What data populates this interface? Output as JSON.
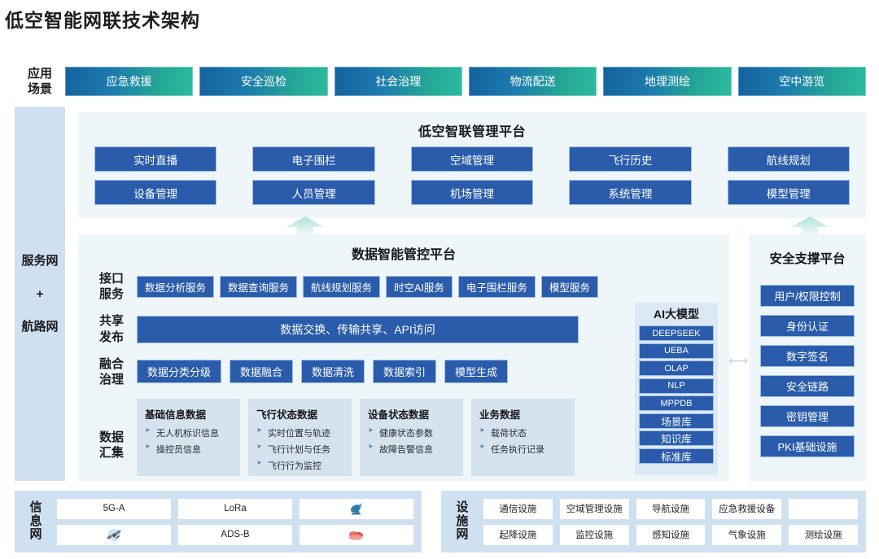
{
  "title": "低空智能网联技术架构",
  "application": {
    "label": "应用\n场景",
    "label_l1": "应用",
    "label_l2": "场景",
    "tiles": [
      "应急救援",
      "安全巡检",
      "社会治理",
      "物流配送",
      "地理测绘",
      "空中游览"
    ]
  },
  "sidebar": {
    "top": "服务网",
    "plus": "+",
    "bottom": "航路网"
  },
  "management": {
    "title": "低空智联管理平台",
    "buttons": [
      "实时直播",
      "电子围栏",
      "空域管理",
      "飞行历史",
      "航线规划",
      "设备管理",
      "人员管理",
      "机场管理",
      "系统管理",
      "模型管理"
    ]
  },
  "data_platform": {
    "title": "数据智能管控平台",
    "rows": {
      "interface": {
        "label_l1": "接口",
        "label_l2": "服务",
        "items": [
          "数据分析服务",
          "数据查询服务",
          "航线规划服务",
          "时空AI服务",
          "电子围栏服务",
          "模型服务"
        ]
      },
      "share": {
        "label_l1": "共享",
        "label_l2": "发布",
        "bar": "数据交换、传输共享、API访问"
      },
      "governance": {
        "label_l1": "融合",
        "label_l2": "治理",
        "items": [
          "数据分类分级",
          "数据融合",
          "数据清洗",
          "数据索引",
          "模型生成"
        ]
      },
      "aggregation": {
        "label_l1": "数据",
        "label_l2": "汇集",
        "cards": [
          {
            "title": "基础信息数据",
            "items": [
              "无人机标识信息",
              "操控员信息"
            ]
          },
          {
            "title": "飞行状态数据",
            "items": [
              "实时位置与轨迹",
              "飞行计划与任务",
              "飞行行为监控"
            ]
          },
          {
            "title": "设备状态数据",
            "items": [
              "健康状态参数",
              "故障告警信息"
            ]
          },
          {
            "title": "业务数据",
            "items": [
              "载荷状态",
              "任务执行记录"
            ]
          }
        ]
      }
    }
  },
  "ai_model": {
    "title": "AI大模型",
    "items": [
      "DEEPSEEK",
      "UEBA",
      "OLAP",
      "NLP",
      "MPPDB",
      "场景库",
      "知识库",
      "标准库"
    ]
  },
  "security": {
    "title": "安全支撑平台",
    "items": [
      "用户/权限控制",
      "身份认证",
      "数字签名",
      "安全链路",
      "密钥管理",
      "PKI基础设施"
    ]
  },
  "info_network": {
    "label_chars": [
      "信",
      "息",
      "网"
    ],
    "tiles": [
      {
        "text": "5G-A",
        "icon": ""
      },
      {
        "text": "LoRa",
        "icon": ""
      },
      {
        "text": "",
        "icon": "satellite-dish-icon"
      },
      {
        "text": "",
        "icon": "satellite-icon"
      },
      {
        "text": "ADS-B",
        "icon": ""
      },
      {
        "text": "",
        "icon": "cloud-icon"
      }
    ]
  },
  "facility_network": {
    "label_chars": [
      "设",
      "施",
      "网"
    ],
    "row1": [
      "通信设施",
      "空域管理设施",
      "导航设施",
      "应急救援设备"
    ],
    "row2": [
      "起降设施",
      "监控设施",
      "感知设施",
      "气象设施",
      "测绘设施"
    ]
  },
  "colors": {
    "gradient_start": "#14619f",
    "gradient_end": "#2cbba0",
    "button_blue": "#2a5cab",
    "panel_light": "#eef6fa",
    "sidebar_blue": "#cfe1f1",
    "card_blue": "#d5e3ee"
  }
}
